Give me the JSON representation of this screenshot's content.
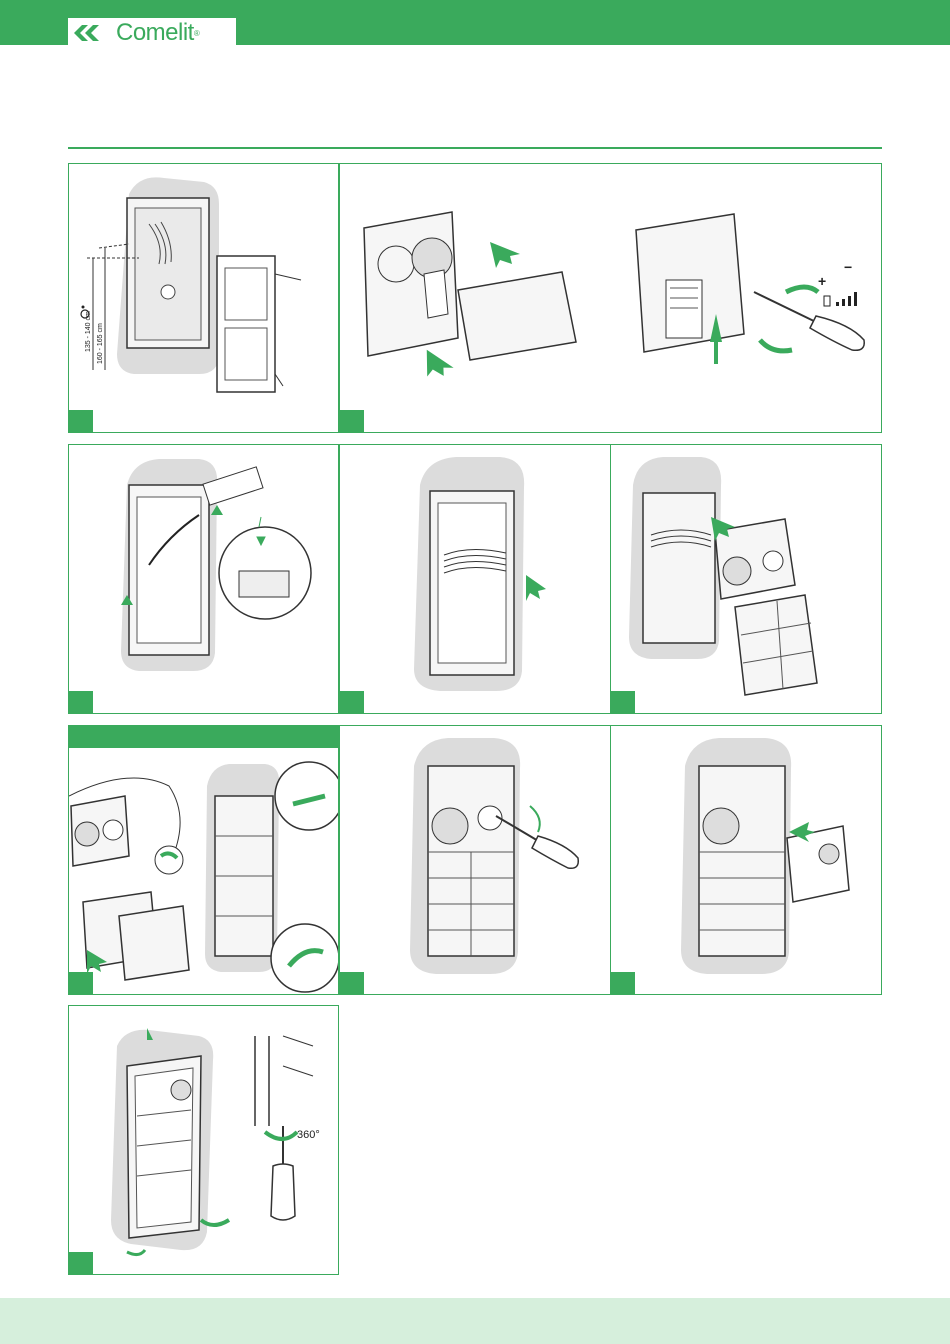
{
  "brand": {
    "name": "Comelit",
    "registered": "®",
    "color": "#3aaa5c"
  },
  "panel1": {
    "height_tall": "160 - 165 cm",
    "height_short": "135 - 140 cm"
  },
  "panel2": {
    "plus_sign": "+",
    "minus_sign": "−"
  },
  "panel10": {
    "rotation": "360°"
  },
  "icons": [
    "brand-chevron-icon",
    "wheelchair-icon",
    "arrow-icon",
    "screwdriver-icon",
    "volume-level-icon"
  ]
}
